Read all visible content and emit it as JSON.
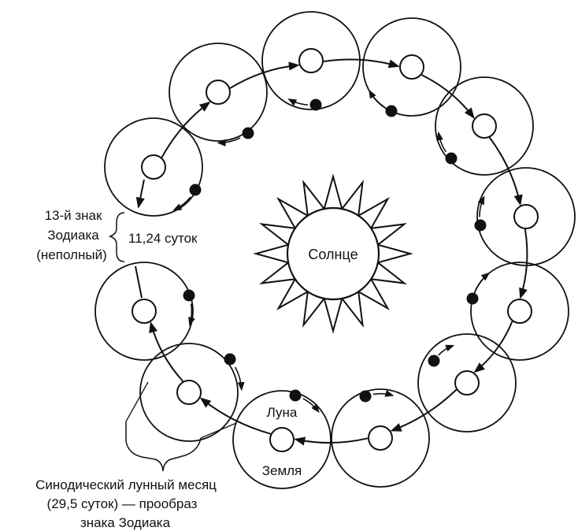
{
  "sun": {
    "label": "Солнце"
  },
  "moon_label": "Луна",
  "earth_label": "Земля",
  "zodiac13": {
    "line1": "13-й знак",
    "line2": "Зодиака",
    "line3": "(неполный)",
    "duration": "11,24 суток"
  },
  "synodic": {
    "line1": "Синодический лунный месяц",
    "line2": "(29,5 суток) —  прообраз",
    "line3": "знака Зодиака"
  },
  "colors": {
    "ink": "#111111",
    "background": "#ffffff"
  }
}
